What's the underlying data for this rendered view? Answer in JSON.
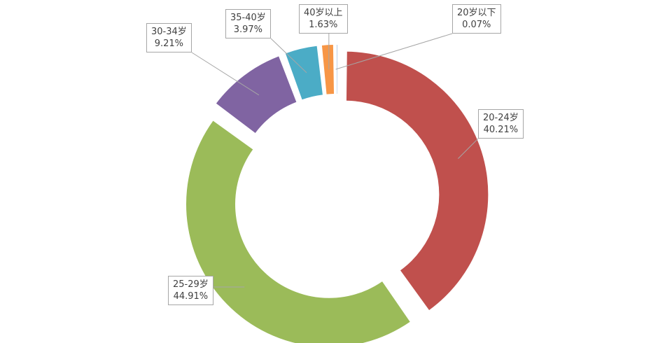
{
  "chart_data": {
    "type": "pie",
    "donut": true,
    "title": "",
    "slices": [
      {
        "label": "20-24岁",
        "value": 40.21,
        "value_text": "40.21%",
        "color": "#c0504d"
      },
      {
        "label": "25-29岁",
        "value": 44.91,
        "value_text": "44.91%",
        "color": "#9bbb59"
      },
      {
        "label": "30-34岁",
        "value": 9.21,
        "value_text": "9.21%",
        "color": "#8064a2"
      },
      {
        "label": "35-40岁",
        "value": 3.97,
        "value_text": "3.97%",
        "color": "#4bacc6"
      },
      {
        "label": "40岁以上",
        "value": 1.63,
        "value_text": "1.63%",
        "color": "#f79646"
      },
      {
        "label": "20岁以下",
        "value": 0.07,
        "value_text": "0.07%",
        "color": "#4f81bd"
      }
    ],
    "legend": "none",
    "labels": "callouts"
  }
}
